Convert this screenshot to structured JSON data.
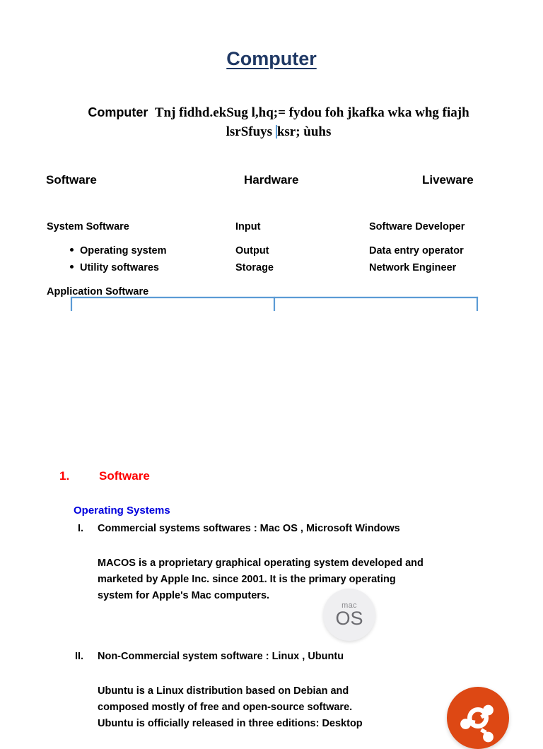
{
  "document": {
    "title": "Computer",
    "title_leading_space": " "
  },
  "intro": {
    "label": "Computer",
    "body_line1": "Tnj fidhd.ekSug l,hq;= fydou foh jkafka wka whg fiajh",
    "body_line2_before_caret": "lsrSfuys ",
    "body_line2_after_caret": "ksr; ùuhs"
  },
  "diagram": {
    "root": "Computer",
    "connector_color": "#5B9BD5",
    "branches": [
      {
        "name": "Software",
        "children": [
          {
            "label": "System Software",
            "sub": [
              "Operating system",
              "Utility softwares"
            ]
          },
          {
            "label": "Application Software",
            "sub": []
          }
        ]
      },
      {
        "name": "Hardware",
        "children": [
          {
            "label": "Input",
            "sub": []
          },
          {
            "label": "Output",
            "sub": []
          },
          {
            "label": "Storage",
            "sub": []
          }
        ]
      },
      {
        "name": "Liveware",
        "children": [
          {
            "label": "Software Developer",
            "sub": []
          },
          {
            "label": "Data entry operator",
            "sub": []
          },
          {
            "label": "Network Engineer",
            "sub": []
          }
        ]
      }
    ]
  },
  "section": {
    "number": "1.",
    "title": "Software",
    "title_color": "#FF0000",
    "subheading": "Operating Systems",
    "subheading_color": "#0000DD",
    "items": [
      {
        "numeral": "I.",
        "heading": "Commercial systems softwares : Mac OS , Microsoft Windows",
        "paragraph_lines": [
          "MACOS is a proprietary graphical operating system developed and",
          "marketed by Apple Inc. since 2001. It is the primary operating",
          "system for Apple's Mac computers."
        ],
        "logo": {
          "name": "macos-logo",
          "top_text": "mac",
          "main_text": "OS",
          "color": "#EFEFF1"
        }
      },
      {
        "numeral": "II.",
        "heading": "Non-Commercial system software : Linux , Ubuntu",
        "paragraph_lines": [
          "Ubuntu is a Linux distribution based on Debian and",
          "composed mostly of free and open-source software.",
          "Ubuntu is officially released in three editions: Desktop"
        ],
        "logo": {
          "name": "ubuntu-logo",
          "color": "#DD4814"
        }
      }
    ]
  }
}
